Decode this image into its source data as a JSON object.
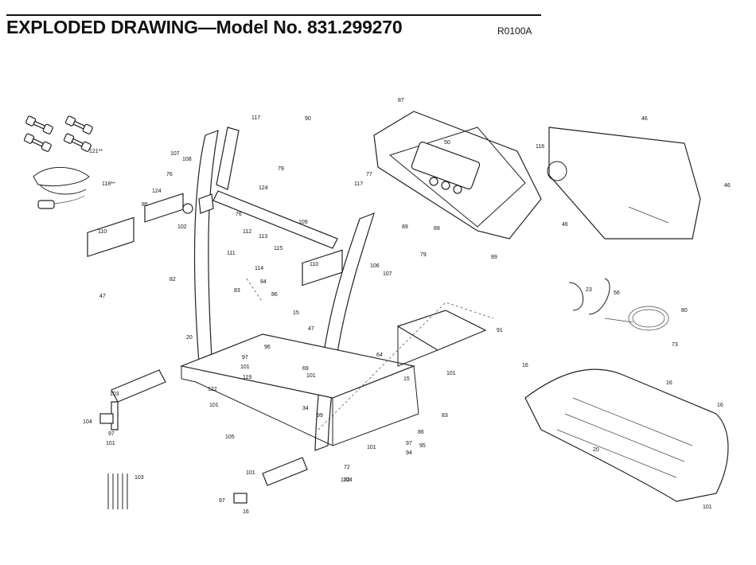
{
  "header": {
    "title": "EXPLODED DRAWING—Model No. 831.299270",
    "code": "R0100A"
  },
  "labels": [
    "117",
    "90",
    "87",
    "46",
    "116",
    "79",
    "50",
    "121**",
    "107",
    "108",
    "118**",
    "77",
    "76",
    "124",
    "117",
    "46",
    "124",
    "85",
    "76",
    "102",
    "109",
    "89",
    "89",
    "46",
    "110",
    "112",
    "113",
    "79",
    "89",
    "111",
    "115",
    "114",
    "110",
    "106",
    "107",
    "82",
    "84",
    "23",
    "56",
    "83",
    "86",
    "47",
    "15",
    "47",
    "80",
    "91",
    "73",
    "20",
    "96",
    "64",
    "16",
    "16",
    "97",
    "101",
    "69",
    "101",
    "101",
    "119",
    "15",
    "103",
    "122",
    "101",
    "34",
    "99",
    "83",
    "16",
    "86",
    "104",
    "97",
    "95",
    "105",
    "97",
    "101",
    "94",
    "20",
    "101",
    "122",
    "72",
    "103",
    "101",
    "104",
    "97",
    "16",
    "101"
  ]
}
